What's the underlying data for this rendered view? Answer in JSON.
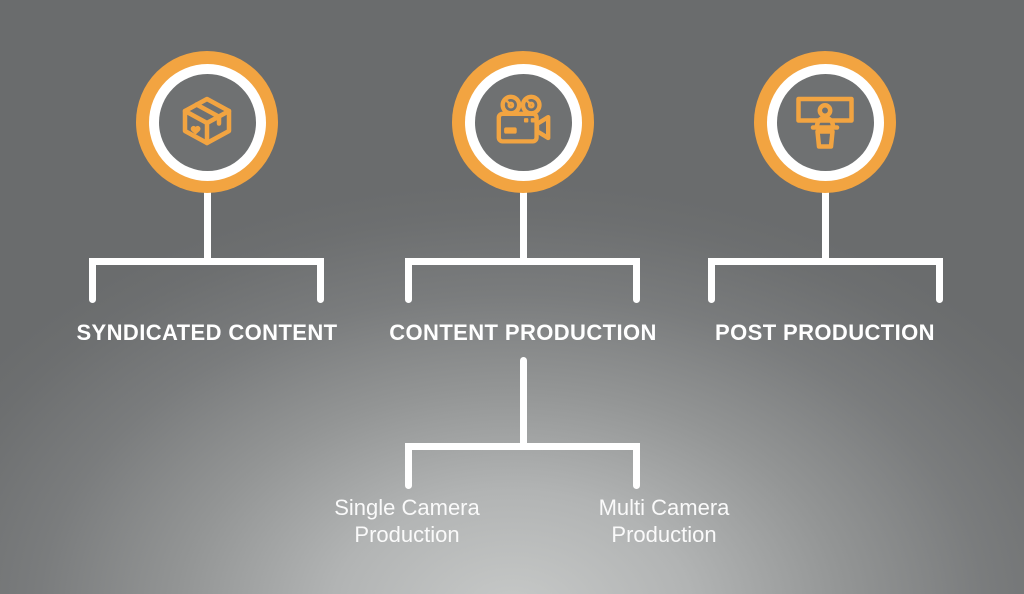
{
  "diagram": {
    "colors": {
      "accent_orange": "#F2A441",
      "connector_white": "#FFFFFF",
      "node_inner_gray": "#6F7172",
      "background_dark": "#6A6C6D",
      "background_light": "#C7C9C8",
      "text_white": "#FFFFFF"
    },
    "branches": [
      {
        "label": "SYNDICATED CONTENT",
        "icon": "package-box-icon",
        "children": []
      },
      {
        "label": "CONTENT PRODUCTION",
        "icon": "movie-camera-icon",
        "children": [
          {
            "label": "Single Camera Production"
          },
          {
            "label": "Multi Camera Production"
          }
        ]
      },
      {
        "label": "POST PRODUCTION",
        "icon": "news-presenter-icon",
        "children": []
      }
    ]
  }
}
